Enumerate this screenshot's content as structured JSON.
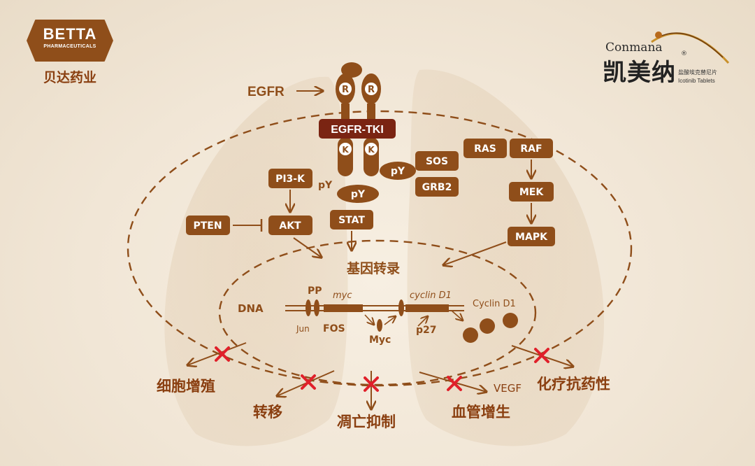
{
  "logos": {
    "betta": {
      "name": "BETTA",
      "subtitle": "PHARMACEUTICALS",
      "cn": "贝达药业"
    },
    "conmana": {
      "en": "Conmana",
      "cn": "凯美纳",
      "reg": "®",
      "tablet_cn": "盐酸埃克替尼片",
      "tablet_en": "Icotinib Tablets"
    }
  },
  "colors": {
    "brown": "#8f4e1a",
    "dark_red": "#7a2412",
    "red_x": "#e0202a",
    "text": "#8a3f10"
  },
  "diagram": {
    "egfr_label": "EGFR",
    "receptor_label": "R",
    "kinase_label": "K",
    "tki_label": "EGFR-TKI",
    "py_label": "pY",
    "nodes": {
      "pi3k": "PI3-K",
      "akt": "AKT",
      "pten": "PTEN",
      "stat": "STAT",
      "sos": "SOS",
      "grb2": "GRB2",
      "ras": "RAS",
      "raf": "RAF",
      "mek": "MEK",
      "mapk": "MAPK"
    },
    "transcription": "基因转录",
    "dna": {
      "dna_label": "DNA",
      "pp": "PP",
      "myc_gene": "myc",
      "cyclin_gene": "cyclin D1",
      "jun": "Jun",
      "fos": "FOS",
      "myc_protein": "Myc",
      "p27": "p27",
      "cyclin_protein": "Cyclin D1"
    },
    "outcomes": {
      "proliferation": "细胞增殖",
      "metastasis": "转移",
      "apoptosis": "凋亡抑制",
      "angiogenesis": "血管增生",
      "vegf": "VEGF",
      "resistance": "化疗抗药性"
    }
  }
}
